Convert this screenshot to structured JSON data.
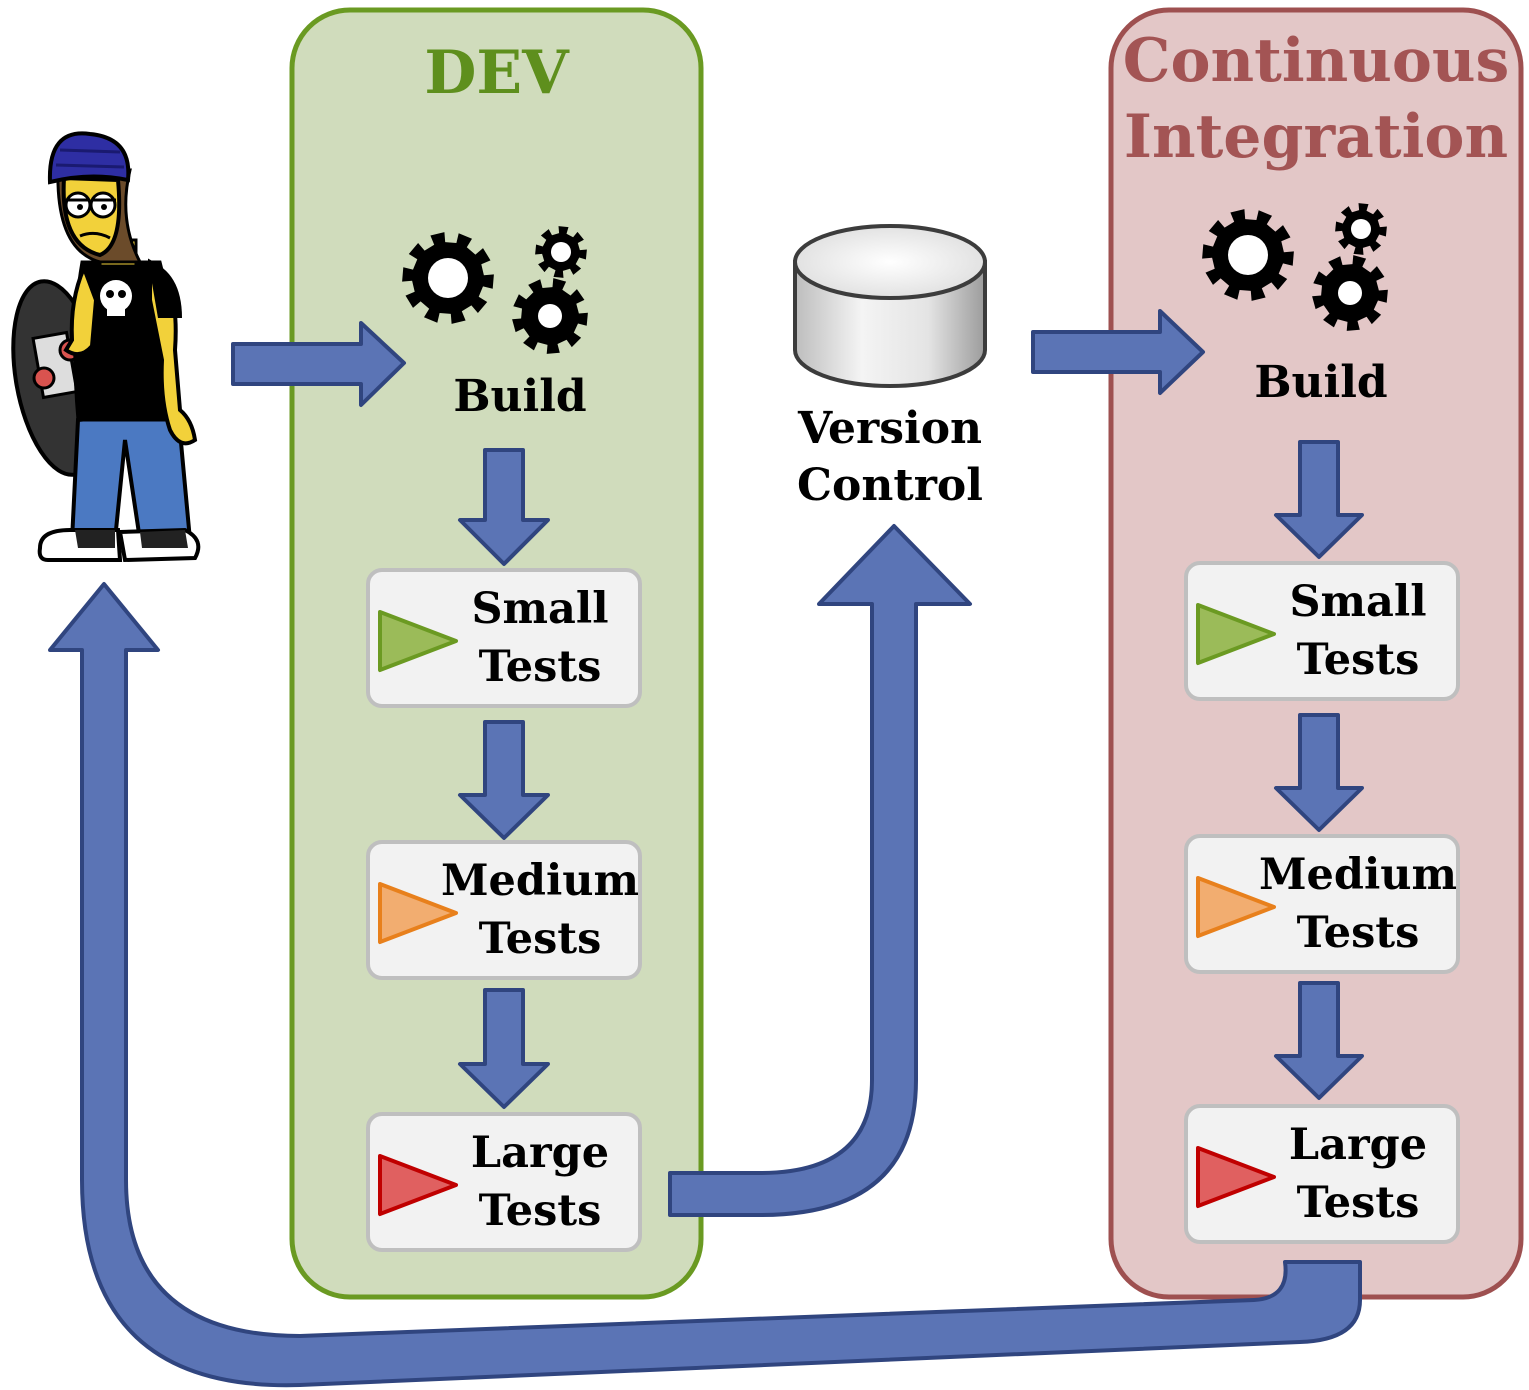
{
  "dev": {
    "title": "DEV",
    "build_label": "Build",
    "tests": [
      {
        "line1": "Small",
        "line2": "Tests",
        "color": "#9bbb59",
        "stroke": "#6b9a22"
      },
      {
        "line1": "Medium",
        "line2": "Tests",
        "color": "#f2ad70",
        "stroke": "#e8801c"
      },
      {
        "line1": "Large",
        "line2": "Tests",
        "color": "#e06060",
        "stroke": "#c00000"
      }
    ]
  },
  "ci": {
    "title_line1": "Continuous",
    "title_line2": "Integration",
    "build_label": "Build",
    "tests": [
      {
        "line1": "Small",
        "line2": "Tests",
        "color": "#9bbb59",
        "stroke": "#6b9a22"
      },
      {
        "line1": "Medium",
        "line2": "Tests",
        "color": "#f2ad70",
        "stroke": "#e8801c"
      },
      {
        "line1": "Large",
        "line2": "Tests",
        "color": "#e06060",
        "stroke": "#c00000"
      }
    ]
  },
  "version_control": {
    "line1": "Version",
    "line2": "Control"
  },
  "colors": {
    "arrow_fill": "#5b74b5",
    "arrow_stroke": "#30457f",
    "dev_panel_fill": "#d0dcbc",
    "dev_panel_stroke": "#6a9a22",
    "dev_title": "#5e8f1d",
    "ci_panel_fill": "#e3c7c7",
    "ci_panel_stroke": "#9e5050",
    "ci_title": "#a35454",
    "test_box_fill": "#f2f2f2",
    "test_box_stroke": "#bfbfbf"
  },
  "icons": {
    "developer": "developer-character-icon",
    "build": "gears-icon",
    "version_control": "database-cylinder-icon",
    "test": "play-triangle-icon"
  }
}
